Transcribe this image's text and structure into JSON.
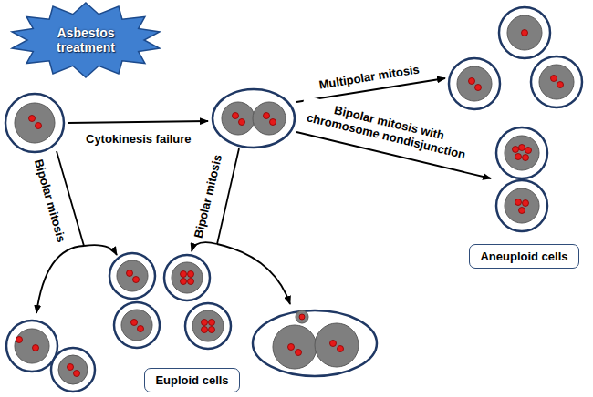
{
  "diagram": {
    "nodes": [
      {
        "text": [
          "Asbestos treatment"
        ]
      },
      {
        "text": [
          "Aneuploid cells"
        ]
      },
      {
        "text": [
          "Euploid cells"
        ]
      }
    ],
    "labels": [
      "Cytokinesis failure",
      "Multipolar mitosis",
      "Bipolar mitosis with chromosome nondisjunction",
      "Bipolar mitosis",
      "Bipolar mitosis"
    ]
  }
}
